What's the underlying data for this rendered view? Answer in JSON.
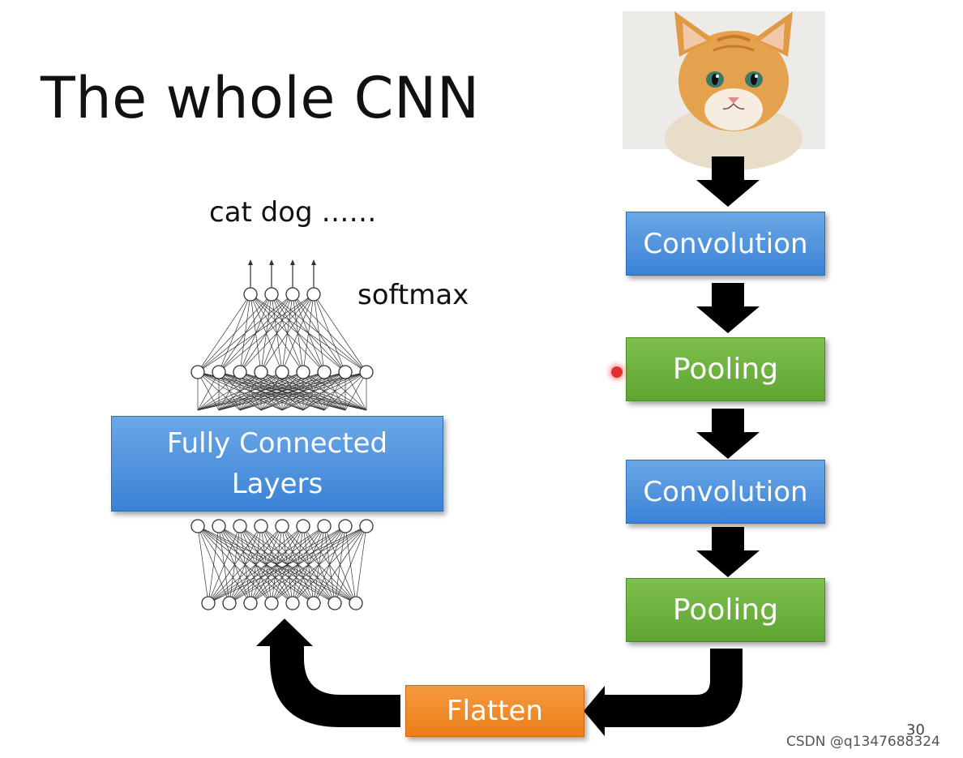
{
  "title": "The whole CNN",
  "output_label": "cat dog ……",
  "softmax_label": "softmax",
  "fc_box": {
    "line1": "Fully Connected",
    "line2": "Layers"
  },
  "pipeline": [
    {
      "label": "Convolution",
      "color": "#3b82d6"
    },
    {
      "label": "Pooling",
      "color": "#5ea532"
    },
    {
      "label": "Convolution",
      "color": "#3b82d6"
    },
    {
      "label": "Pooling",
      "color": "#5ea532"
    }
  ],
  "flatten_label": "Flatten",
  "flatten_color": "#ec7e1a",
  "input_image": "cat-photo",
  "slide_number": "30",
  "watermark": "CSDN @q1347688324"
}
